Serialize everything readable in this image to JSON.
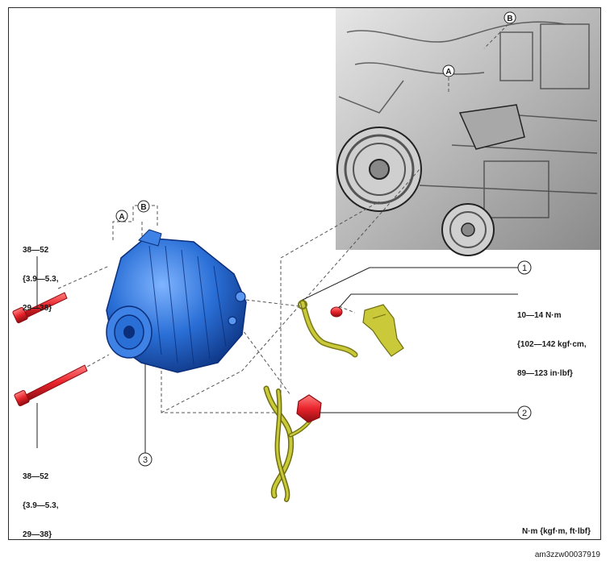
{
  "torques": {
    "bolt_upper": [
      "38—52",
      "{3.9—5.3,",
      "29—38}"
    ],
    "bolt_lower": [
      "38—52",
      "{3.9—5.3,",
      "29—38}"
    ],
    "terminal_nut": [
      "10—14 N·m",
      "{102—142 kgf·cm,",
      "89—123 in·lbf}"
    ]
  },
  "callouts": [
    "1",
    "2",
    "3"
  ],
  "view_letters": [
    "A",
    "B"
  ],
  "units_note": "N·m {kgf·m, ft·lbf}",
  "figure_id": "am3zzw00037919",
  "colors": {
    "alternator": "#2a6fd6",
    "bolt": "#e8232b",
    "harness": "#b8b830",
    "engine": "#b5b5b5"
  }
}
